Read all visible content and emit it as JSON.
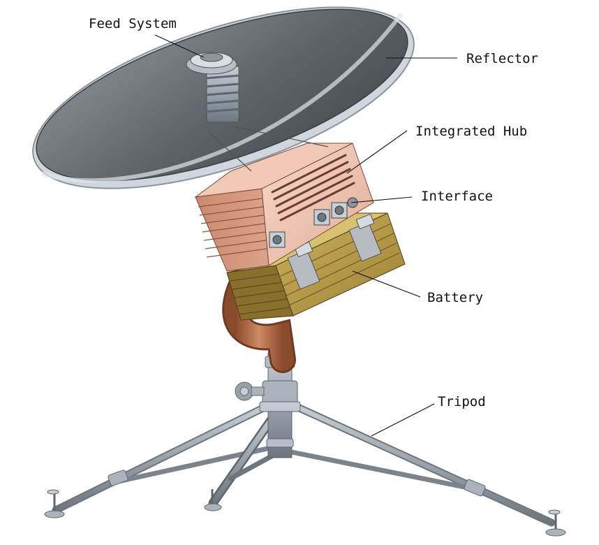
{
  "labels": {
    "feed_system": "Feed System",
    "reflector": "Reflector",
    "integrated_hub": "Integrated Hub",
    "interface": "Interface",
    "battery": "Battery",
    "tripod": "Tripod"
  },
  "colors": {
    "reflector": "#6f747a",
    "reflector_rim": "#c9d2dc",
    "hub": "#e8b8a4",
    "battery": "#b89a48",
    "tripod": "#9aa3ac",
    "pipe": "#b06a44",
    "text": "#111111"
  }
}
